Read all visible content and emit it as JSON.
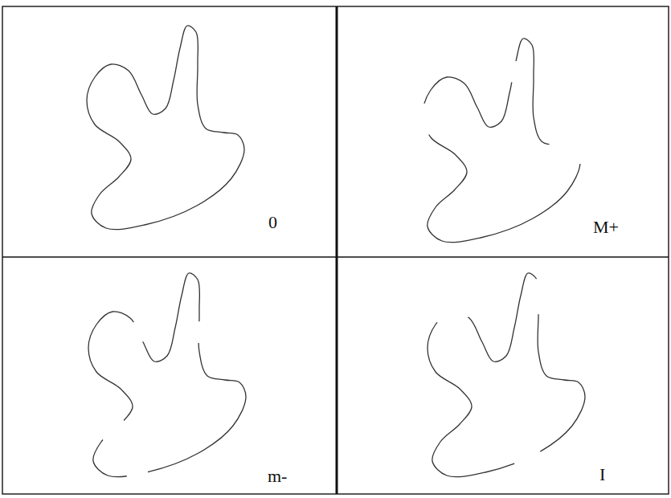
{
  "diagram": {
    "labels": [
      "0",
      "M+",
      "m-",
      "I"
    ]
  }
}
